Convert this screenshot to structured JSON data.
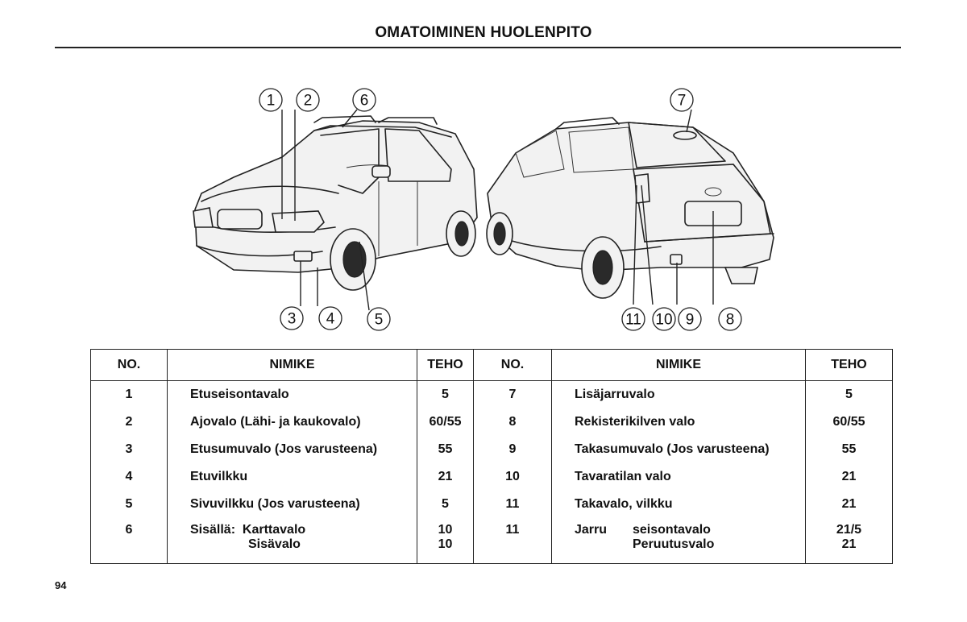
{
  "header": {
    "title": "OMATOIMINEN HUOLENPITO"
  },
  "figure": {
    "callouts": {
      "c1": "1",
      "c2": "2",
      "c3": "3",
      "c4": "4",
      "c5": "5",
      "c6": "6",
      "c7": "7",
      "c8": "8",
      "c9": "9",
      "c10": "10",
      "c11": "11"
    }
  },
  "table": {
    "headers": {
      "no": "NO.",
      "nimike": "NIMIKE",
      "teho": "TEHO"
    },
    "left": [
      {
        "no": "1",
        "name": "Etuseisontavalo",
        "teho": "5"
      },
      {
        "no": "2",
        "name": "Ajovalo (Lähi- ja kaukovalo)",
        "teho": "60/55"
      },
      {
        "no": "3",
        "name": "Etusumuvalo (Jos varusteena)",
        "teho": "55"
      },
      {
        "no": "4",
        "name": "Etuvilkku",
        "teho": "21"
      },
      {
        "no": "5",
        "name": "Sivuvilkku (Jos varusteena)",
        "teho": "5"
      },
      {
        "no": "6",
        "name": "Sisällä:  Karttavalo",
        "name2": "Sisävalo",
        "teho": "10",
        "teho2": "10"
      }
    ],
    "right": [
      {
        "no": "7",
        "name": "Lisäjarruvalo",
        "teho": "5"
      },
      {
        "no": "8",
        "name": "Rekisterikilven valo",
        "teho": "60/55"
      },
      {
        "no": "9",
        "name": "Takasumuvalo (Jos varusteena)",
        "teho": "55"
      },
      {
        "no": "10",
        "name": "Tavaratilan valo",
        "teho": "21"
      },
      {
        "no": "11",
        "name": "Takavalo, vilkku",
        "teho": "21"
      },
      {
        "no": "11",
        "name_a": "Jarru",
        "name_b": "seisontavalo",
        "name2": "Peruutusvalo",
        "teho": "21/5",
        "teho2": "21"
      }
    ]
  },
  "footer": {
    "page_number": "94"
  }
}
